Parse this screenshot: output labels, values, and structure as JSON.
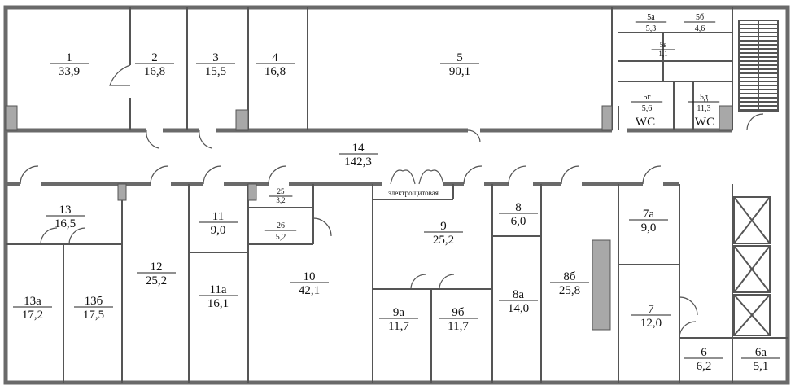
{
  "plan": {
    "rooms": [
      {
        "id": "r1",
        "number": "1",
        "area": "33,9"
      },
      {
        "id": "r2",
        "number": "2",
        "area": "16,8"
      },
      {
        "id": "r3",
        "number": "3",
        "area": "15,5"
      },
      {
        "id": "r4",
        "number": "4",
        "area": "16,8"
      },
      {
        "id": "r5",
        "number": "5",
        "area": "90,1"
      },
      {
        "id": "r5a",
        "number": "5а",
        "area": "5,3"
      },
      {
        "id": "r5b",
        "number": "5б",
        "area": "4,6"
      },
      {
        "id": "r5v",
        "number": "5в",
        "area": "1,1"
      },
      {
        "id": "r5g",
        "number": "5г",
        "area": "5,6"
      },
      {
        "id": "r5d",
        "number": "5д",
        "area": "11,3"
      },
      {
        "id": "r14",
        "number": "14",
        "area": "142,3"
      },
      {
        "id": "r13",
        "number": "13",
        "area": "16,5"
      },
      {
        "id": "r13a",
        "number": "13а",
        "area": "17,2"
      },
      {
        "id": "r13b",
        "number": "13б",
        "area": "17,5"
      },
      {
        "id": "r12",
        "number": "12",
        "area": "25,2"
      },
      {
        "id": "r11",
        "number": "11",
        "area": "9,0"
      },
      {
        "id": "r11a",
        "number": "11а",
        "area": "16,1"
      },
      {
        "id": "r25",
        "number": "25",
        "area": "3,2"
      },
      {
        "id": "r26",
        "number": "26",
        "area": "5,2"
      },
      {
        "id": "r10",
        "number": "10",
        "area": "42,1"
      },
      {
        "id": "r9",
        "number": "9",
        "area": "25,2"
      },
      {
        "id": "r9a",
        "number": "9а",
        "area": "11,7"
      },
      {
        "id": "r9b",
        "number": "9б",
        "area": "11,7"
      },
      {
        "id": "r8",
        "number": "8",
        "area": "6,0"
      },
      {
        "id": "r8a",
        "number": "8а",
        "area": "14,0"
      },
      {
        "id": "r8b",
        "number": "8б",
        "area": "25,8"
      },
      {
        "id": "r7a",
        "number": "7а",
        "area": "9,0"
      },
      {
        "id": "r7",
        "number": "7",
        "area": "12,0"
      },
      {
        "id": "r6",
        "number": "6",
        "area": "6,2"
      },
      {
        "id": "r6a",
        "number": "6а",
        "area": "5,1"
      }
    ],
    "wc_label_left": "WC",
    "wc_label_right": "WC",
    "electrical_room_label": "электрощитовая"
  }
}
